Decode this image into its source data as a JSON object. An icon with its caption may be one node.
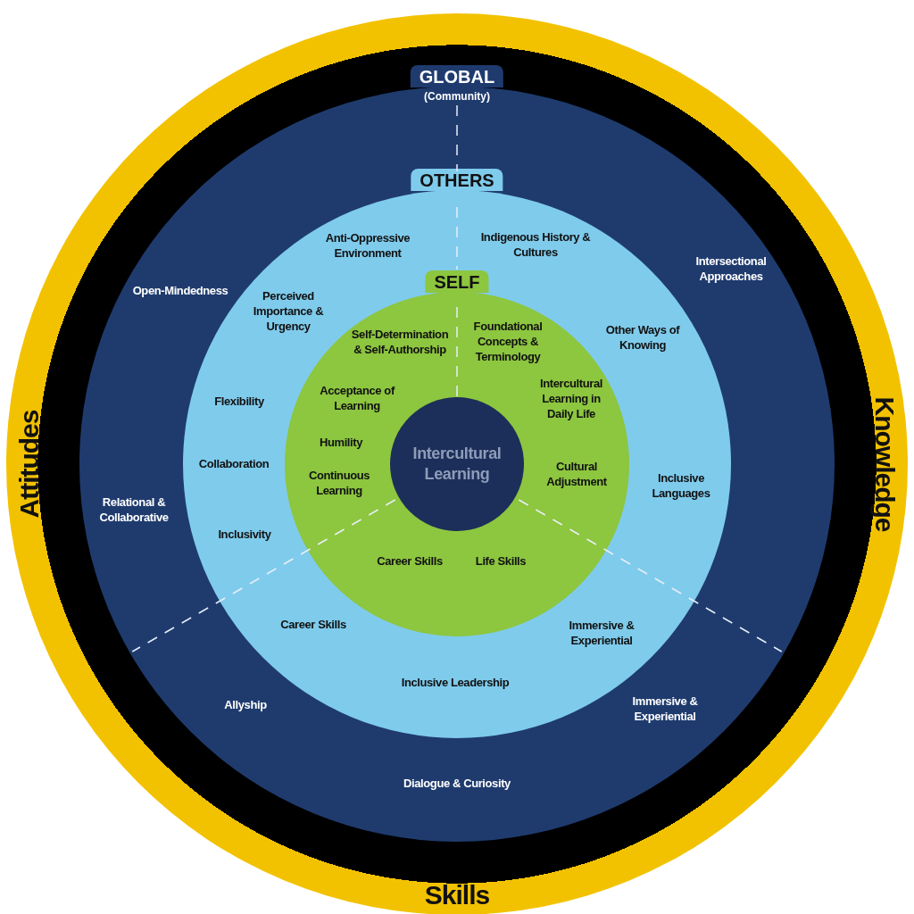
{
  "diagram": {
    "nodes": [
      {
        "text": [
          "Attitudes",
          "Knowledge",
          "Skills"
        ]
      },
      {
        "text": [
          "GLOBAL",
          "(Community)"
        ],
        "in": 0
      },
      {
        "text": [
          "OTHERS"
        ],
        "in": 1
      },
      {
        "text": [
          "SELF"
        ],
        "in": 2
      },
      {
        "text": [
          "Intercultural Learning"
        ],
        "in": 3
      }
    ],
    "edges": [],
    "labels": [
      "Anti-Oppressive Environment",
      "Indigenous History & Cultures",
      "Intersectional Approaches",
      "Open-Mindedness",
      "Perceived Importance & Urgency",
      "Self-Determination & Self-Authorship",
      "Foundational Concepts & Terminology",
      "Other Ways of Knowing",
      "Flexibility",
      "Acceptance of Learning",
      "Intercultural Learning in Daily Life",
      "Humility",
      "Collaboration",
      "Continuous Learning",
      "Cultural Adjustment",
      "Inclusive Languages",
      "Relational & Collaborative",
      "Inclusivity",
      "Career Skills",
      "Life Skills",
      "Career Skills",
      "Immersive & Experiential",
      "Inclusive Leadership",
      "Allyship",
      "Immersive & Experiential",
      "Dialogue & Curiosity"
    ]
  }
}
